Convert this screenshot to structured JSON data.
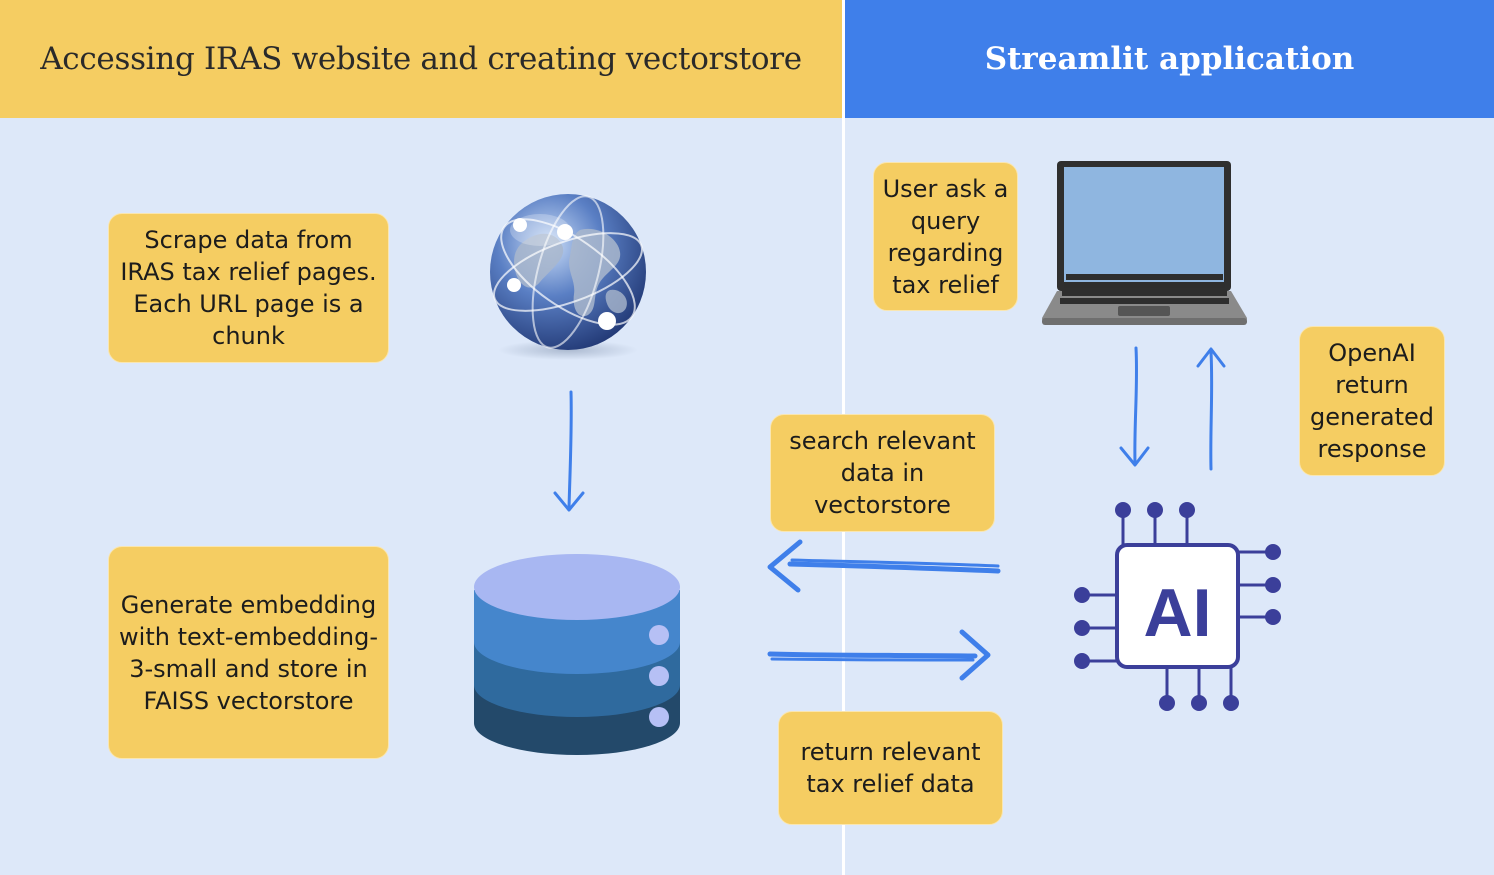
{
  "headers": {
    "left": "Accessing IRAS website and creating vectorstore",
    "right": "Streamlit application"
  },
  "boxes": {
    "scrape": "Scrape data from IRAS tax relief pages. Each URL page is a chunk",
    "embed": "Generate embedding with text-embedding-3-small and store in FAISS vectorstore",
    "query": "User ask a query regarding tax relief",
    "openai": "OpenAI return generated response",
    "search": "search relevant data in vectorstore",
    "return": "return relevant tax relief data"
  },
  "ai_chip_label": "AI",
  "colors": {
    "header_left": "#f5cd62",
    "header_right": "#3f7fea",
    "background": "#dde8f9",
    "note_box": "#f5cd62",
    "arrow": "#3f7fea",
    "chip": "#3b3f9a"
  },
  "icons": [
    "globe-icon",
    "database-icon",
    "laptop-icon",
    "ai-chip-icon"
  ]
}
